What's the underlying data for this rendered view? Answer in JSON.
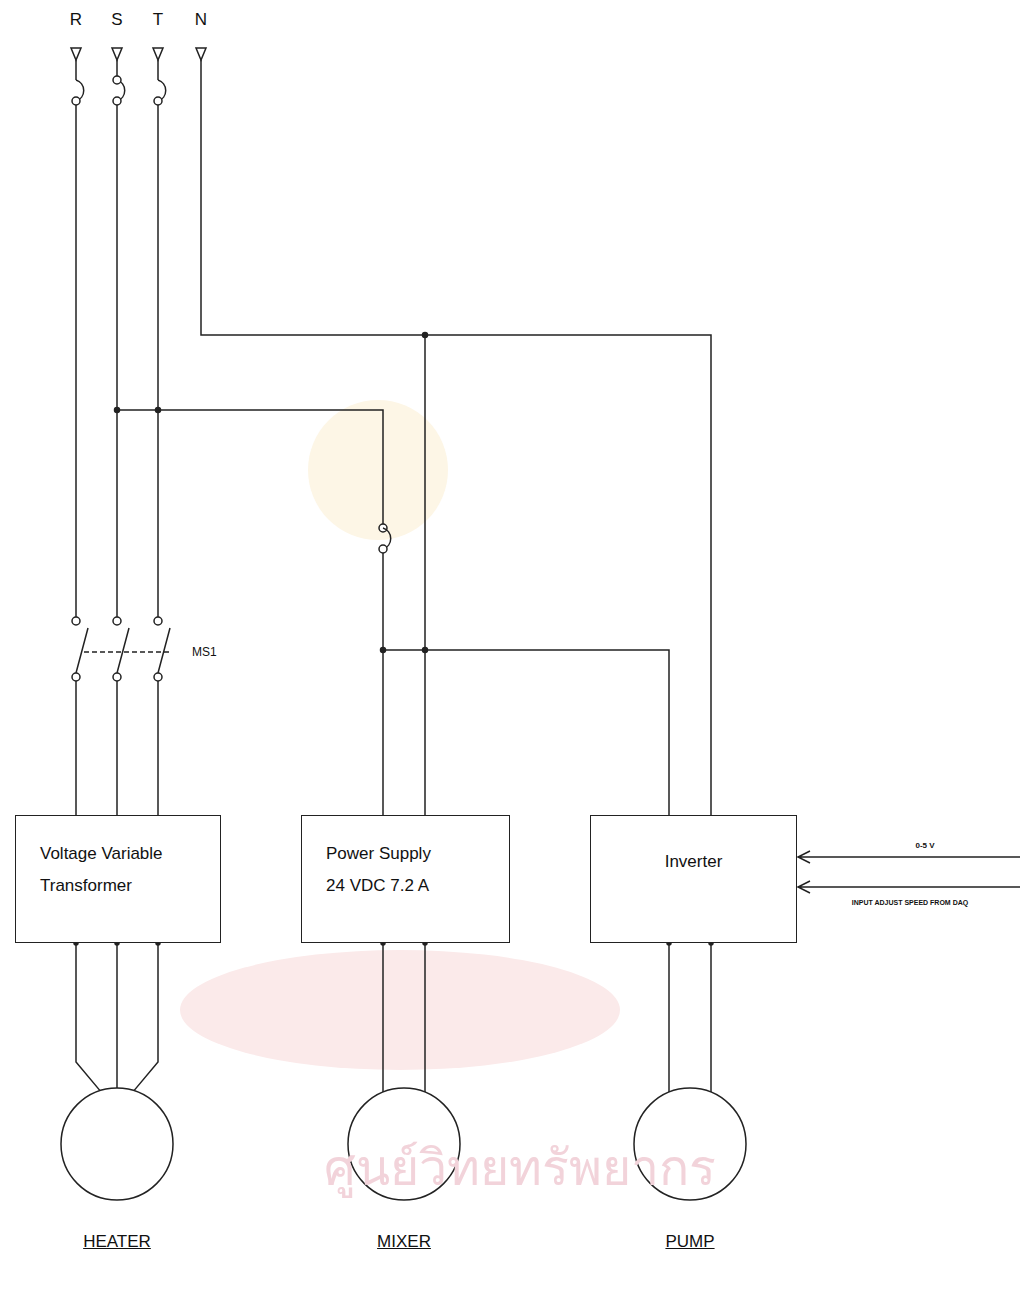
{
  "diagram": {
    "nodes": [
      {
        "text": [
          "Voltage Variable Transformer"
        ]
      },
      {
        "text": [
          "Power Supply",
          "24 VDC  7.2 A"
        ]
      },
      {
        "text": [
          "Inverter"
        ]
      },
      {
        "text": [
          "HEATER"
        ]
      },
      {
        "text": [
          "MIXER"
        ]
      },
      {
        "text": [
          "PUMP"
        ]
      }
    ],
    "edges": [
      {
        "from": 0,
        "to": 3,
        "arrow": "none"
      },
      {
        "from": 1,
        "to": 4,
        "arrow": "none"
      },
      {
        "from": 2,
        "to": 5,
        "arrow": "none"
      }
    ],
    "labels": [
      "R",
      "S",
      "T",
      "N",
      "MS1",
      "0-5 V",
      "INPUT ADJUST SPEED FROM DAQ",
      "ศูนย์วิทยทรัพยากร"
    ]
  }
}
